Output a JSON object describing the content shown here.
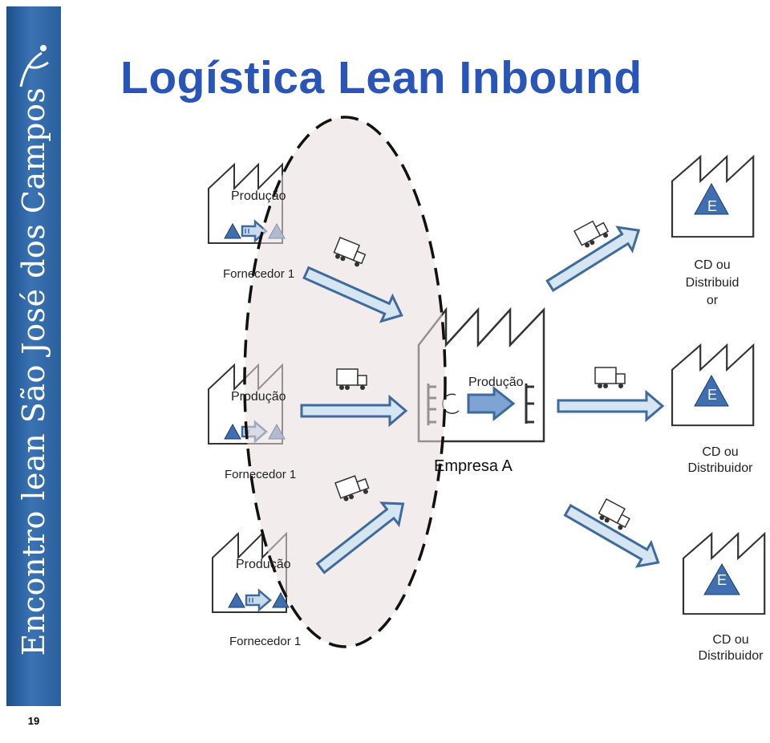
{
  "sidebar": {
    "text": "Encontro lean São José dos Campos",
    "logo_icon": "figure-logo-icon"
  },
  "page_number": "19",
  "title": "Logística Lean Inbound",
  "suppliers": [
    {
      "production_label": "Produção",
      "name": "Fornecedor 1"
    },
    {
      "production_label": "Produção",
      "name": "Fornecedor 1"
    },
    {
      "production_label": "Produção",
      "name": "Fornecedor 1"
    }
  ],
  "company": {
    "production_label": "Produção",
    "name": "Empresa A"
  },
  "distributors": [
    {
      "badge": "E",
      "name_lines": [
        "CD ou",
        "Distribuid",
        "or"
      ]
    },
    {
      "badge": "E",
      "name_lines": [
        "CD ou",
        "Distribuidor"
      ]
    },
    {
      "badge": "E",
      "name_lines": [
        "CD ou",
        "Distribuidor"
      ]
    }
  ],
  "colors": {
    "title": "#2a55b8",
    "arrow_fill": "#d5e5f2",
    "arrow_stroke": "#3e6a9c",
    "ellipse_fill": "#eadcdc",
    "triangle": "#3f6fb0"
  }
}
